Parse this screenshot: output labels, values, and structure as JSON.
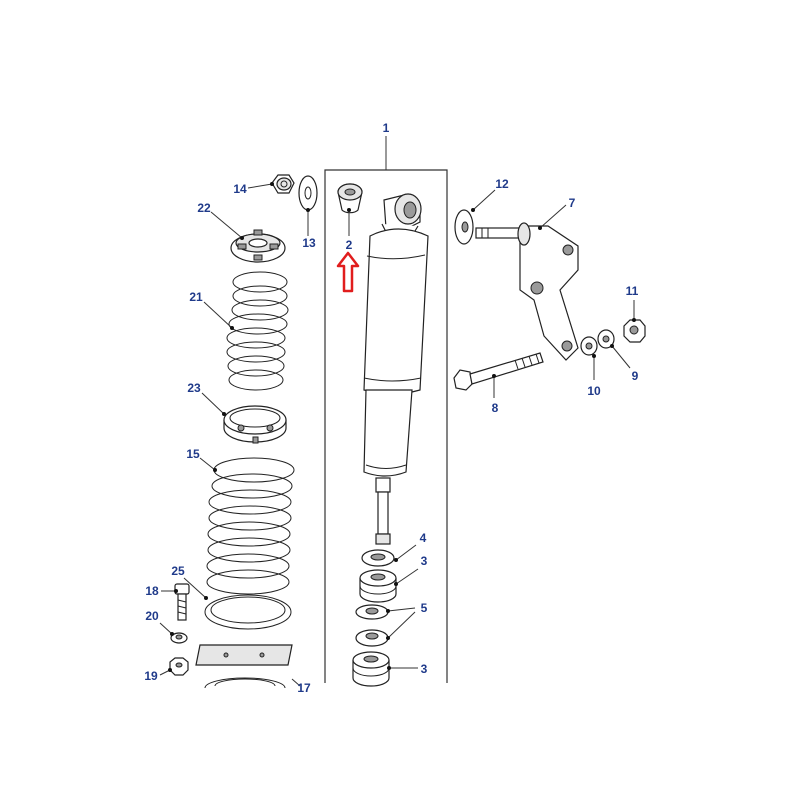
{
  "colors": {
    "callout_text": "#1f3a8a",
    "highlight_arrow": "#e11d1d"
  },
  "highlight": {
    "part": "2",
    "icon": "arrow-up-outline-icon"
  },
  "callouts": {
    "c1": "1",
    "c2": "2",
    "c3a": "3",
    "c3b": "3",
    "c4": "4",
    "c5": "5",
    "c7": "7",
    "c8": "8",
    "c9": "9",
    "c10": "10",
    "c11": "11",
    "c12": "12",
    "c13": "13",
    "c14": "14",
    "c15": "15",
    "c17": "17",
    "c18": "18",
    "c19": "19",
    "c20": "20",
    "c21": "21",
    "c22": "22",
    "c23": "23",
    "c25": "25"
  }
}
